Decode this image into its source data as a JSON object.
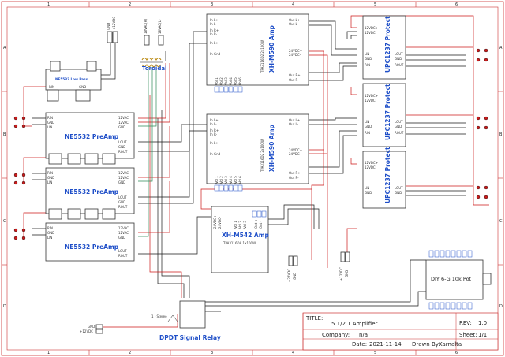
{
  "colors": {
    "wire_red": "#cc1a1a",
    "wire_black": "#1a1a1a",
    "wire_green": "#2e8b57",
    "label_blue": "#1f4fc8",
    "frame": "#cc3333"
  },
  "border": {
    "cols": [
      "1",
      "2",
      "3",
      "4",
      "5",
      "6"
    ],
    "rows": [
      "A",
      "B",
      "C",
      "D"
    ]
  },
  "blocks": {
    "ne5532_lowpass": "NE5532 Low Pass",
    "preamp": "NE5532 PreAmp",
    "toroidal": "Toroidal",
    "xh_m590": "XH-M590 Amp",
    "xh_m590_chip": "TPA3116D2 2x100W",
    "xh_m542": "XH-M542 Amp",
    "xh_m542_chip": "TPA3116DA 1x100W",
    "upc1237": "UPC1237 Protect",
    "pot": "DIY 6-G 10k Pot",
    "relay": "DPDT Signal Relay",
    "relay_note": "1 - Stereo"
  },
  "connectors": {
    "top_gnd": "GND",
    "top_12vdc": "+12VDC",
    "tor_18v": "18VAC(R)",
    "tor_18v2": "18VAC(L)",
    "bot_24vdc": "+24VDC",
    "bot_gnd": "GND",
    "bot2_12vdc": "+12VDC",
    "bot2_gnd": "GND",
    "relay_gnd": "GND",
    "relay_12vdc": "+12VDC"
  },
  "pins": {
    "preamp_left": [
      "RIN",
      "GND",
      "LIN"
    ],
    "preamp_right": [
      "12VAC",
      "12VAC",
      "GND",
      "LOUT",
      "GND",
      "ROUT"
    ],
    "amp_in": [
      "In L+",
      "In L-",
      "In R+",
      "In R-"
    ],
    "amp_out": [
      "Out L+",
      "Out L-",
      "24VDC+",
      "24VDC-",
      "Out R+",
      "Out R-"
    ],
    "amp_in2": [
      "In R+",
      "In R-",
      "In L+",
      "In Gnd"
    ],
    "amp_vol": [
      "Vol 1",
      "Vol 2",
      "Vol 3",
      "Vol 4",
      "Vol 5",
      "Vol 6"
    ],
    "upc_in": [
      "12VDC+",
      "12VDC-",
      "LIN",
      "GND",
      "RIN"
    ],
    "upc_out": [
      "LOUT",
      "GND",
      "ROUT"
    ],
    "m542_pins": [
      "24VDC+",
      "24VDC-",
      "Vol 1",
      "Vol 2",
      "Vol 3",
      "Out +",
      "Out -"
    ]
  },
  "title_block": {
    "title_label": "TITLE:",
    "title": "5.1/2.1 Amplifier",
    "rev_label": "REV:",
    "rev": "1.0",
    "company_label": "Company:",
    "company": "n/a",
    "sheet_label": "Sheet:",
    "sheet": "1/1",
    "date_label": "Date:",
    "date": "2021-11-14",
    "drawn_label": "Drawn By:",
    "drawn": "Karnalta"
  }
}
